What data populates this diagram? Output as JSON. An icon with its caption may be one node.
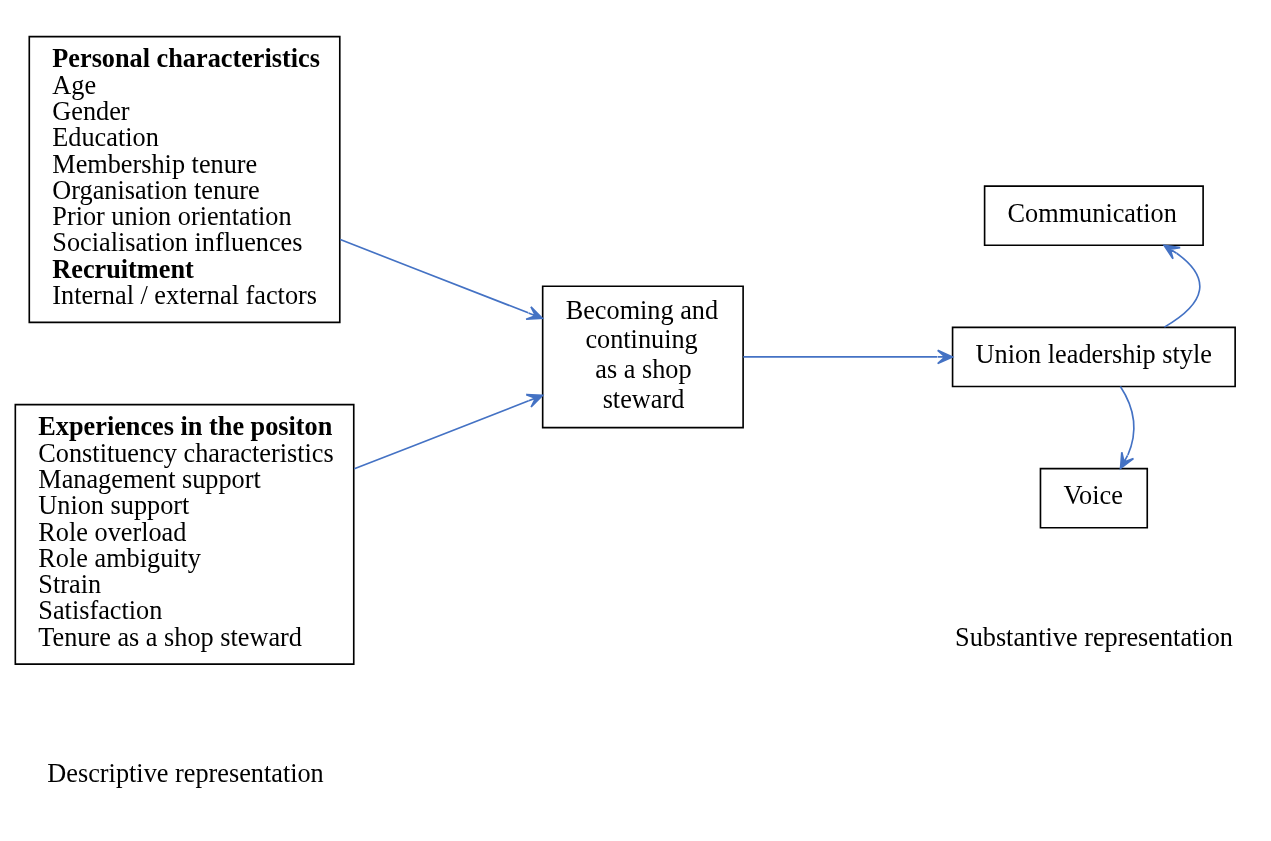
{
  "diagram": {
    "nodes": [
      {
        "text": [
          "**Personal characteristics**",
          "Age",
          "Gender",
          "Education",
          "Membership tenure",
          "Organisation tenure",
          "Prior union orientation",
          "Socialisation influences",
          "**Recruitment**",
          "Internal / external factors"
        ]
      },
      {
        "text": [
          "**Experiences in the positon**",
          "Constituency characteristics",
          "Management support",
          "Union support",
          "Role overload",
          "Role ambiguity",
          "Strain",
          "Satisfaction",
          "Tenure as a shop steward"
        ]
      },
      {
        "text": [
          "Becoming and continuing as a shop steward"
        ]
      },
      {
        "text": [
          "Union leadership style"
        ]
      },
      {
        "text": [
          "Communication"
        ]
      },
      {
        "text": [
          "Voice"
        ]
      }
    ],
    "edges": [
      {
        "from": 0,
        "to": 2,
        "arrow": "to"
      },
      {
        "from": 1,
        "to": 2,
        "arrow": "to"
      },
      {
        "from": 2,
        "to": 3,
        "arrow": "to"
      },
      {
        "from": 3,
        "to": 4,
        "arrow": "to"
      },
      {
        "from": 3,
        "to": 5,
        "arrow": "to"
      }
    ],
    "labels": [
      "Descriptive representation",
      "Substantive representation"
    ]
  }
}
